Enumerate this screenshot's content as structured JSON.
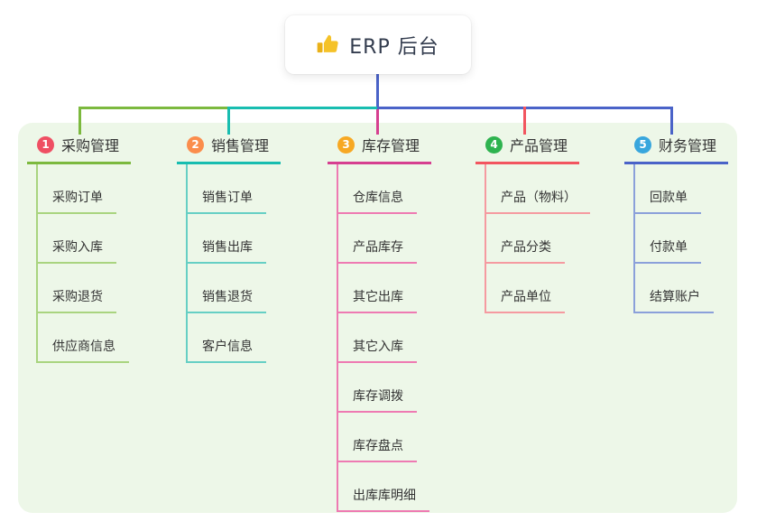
{
  "root": {
    "icon": "thumbs-up-icon",
    "label": "ERP 后台"
  },
  "colors": {
    "page_bg": "#ffffff",
    "panel_bg": "#edf7e8",
    "root_text": "#333c4e",
    "node_text": "#333333",
    "stem": "#4a63c8"
  },
  "branches": [
    {
      "num": "1",
      "title": "采购管理",
      "circle_color": "#ef4f63",
      "line_color": "#7cb93e",
      "child_line_color": "#a9d47f",
      "children": [
        "采购订单",
        "采购入库",
        "采购退货",
        "供应商信息"
      ]
    },
    {
      "num": "2",
      "title": "销售管理",
      "circle_color": "#fb8d4c",
      "line_color": "#18bdb0",
      "child_line_color": "#66cfc4",
      "children": [
        "销售订单",
        "销售出库",
        "销售退货",
        "客户信息"
      ]
    },
    {
      "num": "3",
      "title": "库存管理",
      "circle_color": "#f7a823",
      "line_color": "#d63f90",
      "child_line_color": "#ee7ab2",
      "children": [
        "仓库信息",
        "产品库存",
        "其它出库",
        "其它入库",
        "库存调拨",
        "库存盘点",
        "出库库明细"
      ]
    },
    {
      "num": "4",
      "title": "产品管理",
      "circle_color": "#2eb34f",
      "line_color": "#f2555f",
      "child_line_color": "#f59aa0",
      "children": [
        "产品（物料）",
        "产品分类",
        "产品单位"
      ]
    },
    {
      "num": "5",
      "title": "财务管理",
      "circle_color": "#38a6dd",
      "line_color": "#4a63c8",
      "child_line_color": "#8ba0da",
      "children": [
        "回款单",
        "付款单",
        "结算账户"
      ]
    }
  ]
}
